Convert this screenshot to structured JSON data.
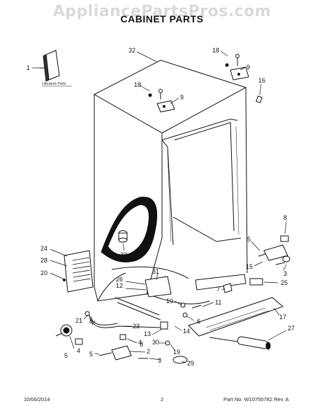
{
  "watermark": "AppliancePartsPros.com",
  "title": "CABINET PARTS",
  "literature_label": "Literature Parts",
  "callouts": {
    "c1": "1",
    "c32": "32",
    "c18a": "18",
    "c9a": "9",
    "c16": "16",
    "c18b": "18",
    "c9b": "9",
    "c8a": "8",
    "c5a": "5",
    "c24": "24",
    "c28": "28",
    "c20": "20",
    "c22": "22",
    "c15": "15",
    "c3a": "3",
    "c25": "25",
    "c31": "31",
    "c26": "26",
    "c12": "12",
    "c7": "7",
    "c10": "10",
    "c11": "11",
    "c6": "6",
    "c17": "17",
    "c21": "21",
    "c8b": "8",
    "c23": "23",
    "c13": "13",
    "c14": "14",
    "c27": "27",
    "c4a": "4",
    "c5b": "5",
    "c30": "30",
    "c4b": "4",
    "c8c": "8",
    "c2": "2",
    "c19": "19",
    "c5c": "5",
    "c3b": "3",
    "c29": "29"
  },
  "footer": {
    "date": "10/06/2014",
    "page": "2",
    "part_no": "Part No.  W10750782  Rev.  A"
  }
}
